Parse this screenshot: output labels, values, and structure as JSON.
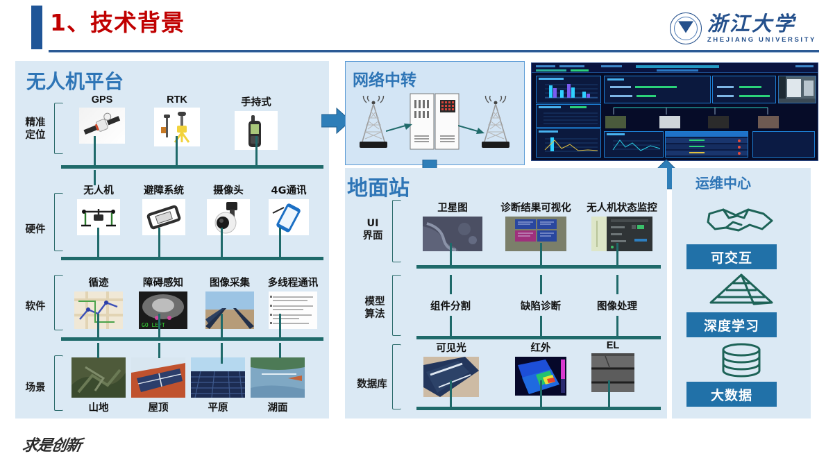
{
  "header": {
    "title": "1、技术背景",
    "logo_cn": "浙江大学",
    "logo_en": "ZHEJIANG UNIVERSITY"
  },
  "footer": {
    "motto": "求是创新"
  },
  "colors": {
    "title_red": "#c00000",
    "bar_blue": "#1f5597",
    "panel_bg": "#dbe9f4",
    "panel_title": "#2e75b6",
    "spine": "#1f6a6a",
    "button_blue": "#2171a8",
    "arrow_blue": "#2e7eb8"
  },
  "uav_panel": {
    "title": "无人机平台",
    "rows": [
      {
        "label": "精准\n定位",
        "label_line1": "精准",
        "label_line2": "定位",
        "items": [
          {
            "label": "GPS",
            "thumb": "satellite-photo"
          },
          {
            "label": "RTK",
            "thumb": "rtk-receiver-photo"
          },
          {
            "label": "手持式",
            "thumb": "handheld-gps-photo"
          }
        ]
      },
      {
        "label": "硬件",
        "items": [
          {
            "label": "无人机",
            "thumb": "quadcopter-photo"
          },
          {
            "label": "避障系统",
            "thumb": "obstacle-avoidance-board-photo"
          },
          {
            "label": "摄像头",
            "thumb": "gimbal-camera-photo"
          },
          {
            "label": "4G通讯",
            "thumb": "phone-4g-photo"
          }
        ]
      },
      {
        "label": "软件",
        "items": [
          {
            "label": "循迹",
            "thumb": "route-map-photo"
          },
          {
            "label": "障碍感知",
            "thumb": "obstacle-detection-photo"
          },
          {
            "label": "图像采集",
            "thumb": "solar-array-photo"
          },
          {
            "label": "多线程通讯",
            "thumb": "code-document-photo"
          }
        ]
      },
      {
        "label": "场景",
        "items": [
          {
            "label": "山地",
            "thumb": "mountain-pv-photo"
          },
          {
            "label": "屋顶",
            "thumb": "rooftop-pv-photo"
          },
          {
            "label": "平原",
            "thumb": "plain-pv-photo"
          },
          {
            "label": "湖面",
            "thumb": "lake-pv-photo"
          }
        ]
      }
    ]
  },
  "relay_panel": {
    "title": "网络中转",
    "nodes": [
      "transmitter-tower",
      "server-rack",
      "receiver-tower"
    ]
  },
  "ground_panel": {
    "title": "地面站",
    "rows": [
      {
        "label_line1": "UI",
        "label_line2": "界面",
        "items": [
          {
            "label": "卫星图",
            "thumb": "satellite-map-photo"
          },
          {
            "label": "诊断结果可视化",
            "thumb": "diagnosis-overlay-photo"
          },
          {
            "label": "无人机状态监控",
            "thumb": "uav-status-monitor-photo"
          }
        ]
      },
      {
        "label_line1": "模型",
        "label_line2": "算法",
        "items": [
          {
            "label": "组件分割"
          },
          {
            "label": "缺陷诊断"
          },
          {
            "label": "图像处理"
          }
        ]
      },
      {
        "label_line1": "数据库",
        "label_line2": "",
        "items": [
          {
            "label": "可见光",
            "thumb": "visible-light-photo"
          },
          {
            "label": "红外",
            "thumb": "infrared-thermal-photo"
          },
          {
            "label": "EL",
            "thumb": "el-image-photo"
          }
        ]
      }
    ]
  },
  "ops_panel": {
    "title": "运维中心",
    "items": [
      {
        "icon": "handshake-icon",
        "label": "可交互"
      },
      {
        "icon": "pyramid-icon",
        "label": "深度学习"
      },
      {
        "icon": "database-icon",
        "label": "大数据"
      }
    ]
  },
  "dashboard": {
    "name": "monitoring-platform-screenshot"
  },
  "arrows": [
    {
      "name": "arrow-uav-to-relay",
      "direction": "right"
    },
    {
      "name": "arrow-relay-to-ground",
      "direction": "down"
    },
    {
      "name": "arrow-ground-to-dashboard",
      "direction": "up"
    }
  ]
}
